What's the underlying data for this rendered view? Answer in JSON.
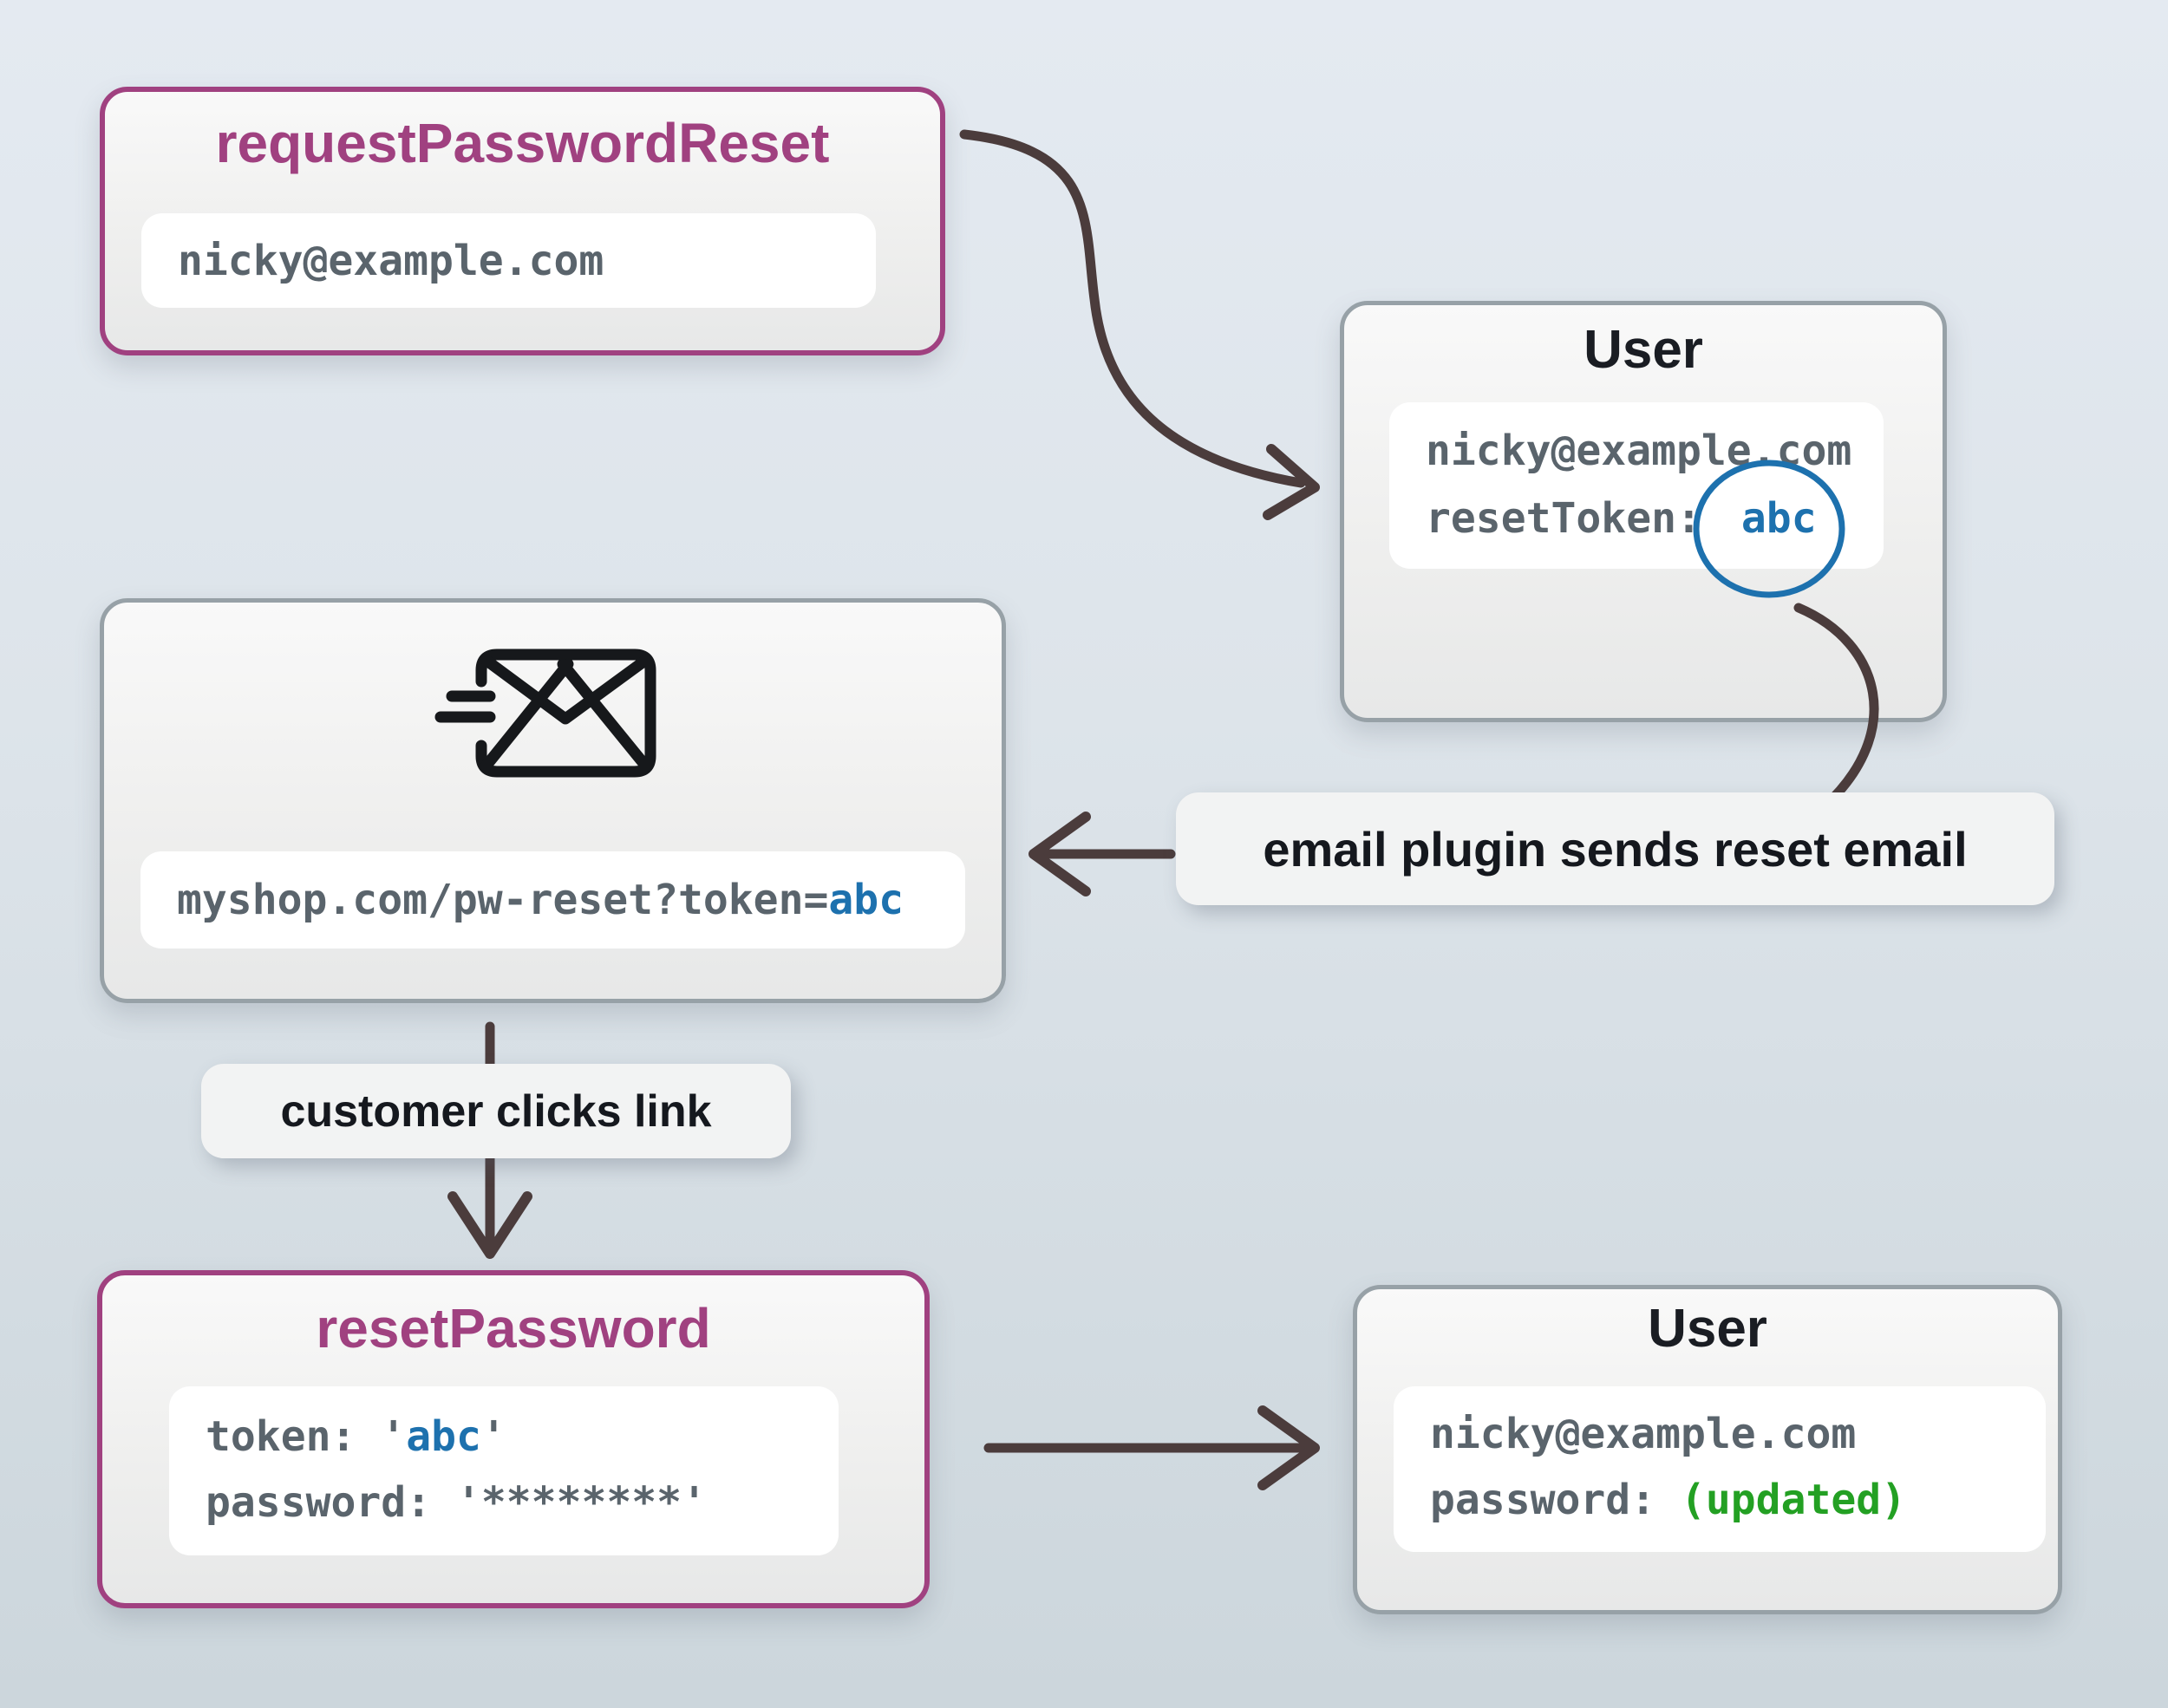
{
  "request_box": {
    "title": "requestPasswordReset",
    "input_value": "nicky@example.com"
  },
  "user_top_box": {
    "title": "User",
    "email": "nicky@example.com",
    "token_label": "resetToken:",
    "token_value": "abc"
  },
  "email_box": {
    "icon": "mail-send-icon",
    "url_prefix": "myshop.com/pw-reset?token=",
    "url_token": "abc"
  },
  "plugin_label": {
    "text": "email plugin sends reset email"
  },
  "click_label": {
    "text": "customer clicks link"
  },
  "reset_box": {
    "title": "resetPassword",
    "token_label": "token: ",
    "quote_open": "'",
    "token_value": "abc",
    "quote_close": "'",
    "password_line": "password: '********'"
  },
  "user_bottom_box": {
    "title": "User",
    "email": "nicky@example.com",
    "password_label": "password: ",
    "password_value": "(updated)"
  },
  "colors": {
    "accent_magenta": "#a04180",
    "accent_blue": "#1d71ae",
    "accent_green": "#23a023",
    "arrow": "#4b3c3c",
    "code_gray": "#5a646c",
    "text_dark": "#1a1d23",
    "border_gray": "#97a1a7"
  }
}
